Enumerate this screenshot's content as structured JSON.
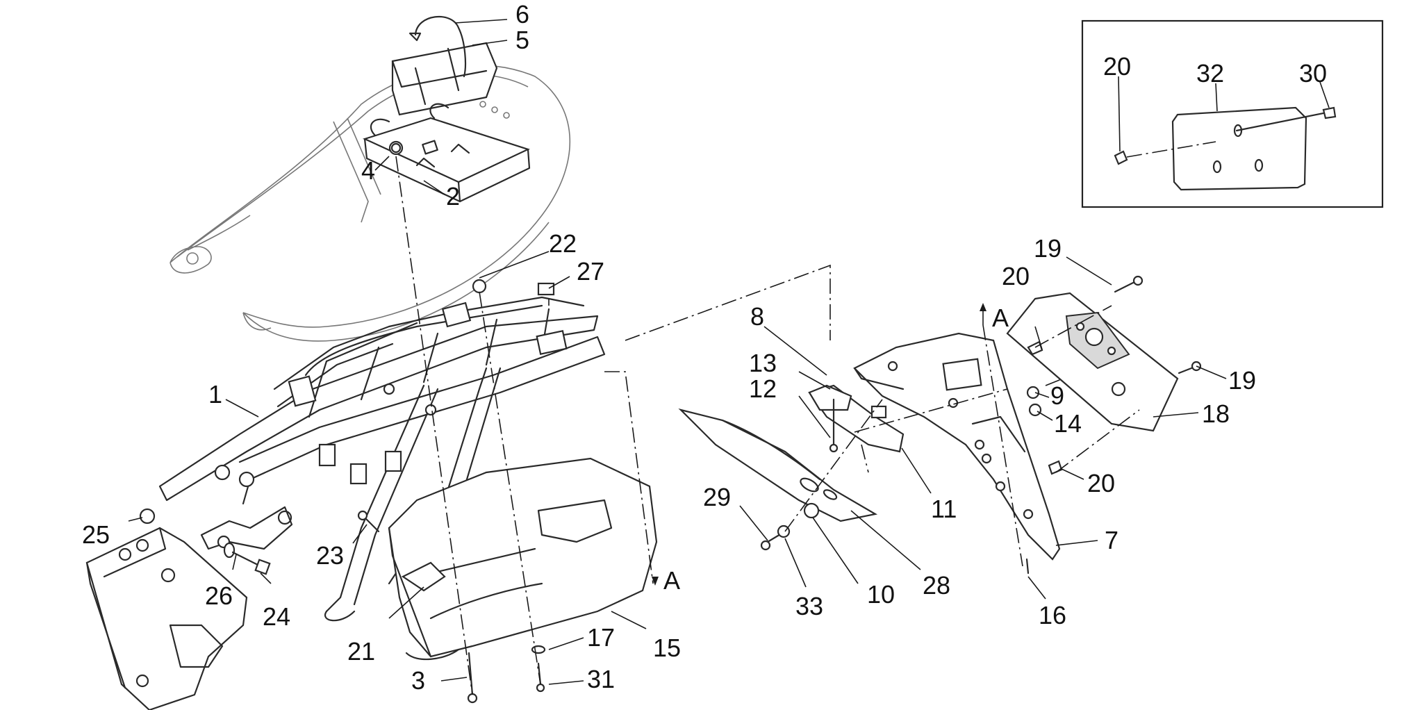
{
  "callouts": [
    {
      "id": "c1",
      "label": "1"
    },
    {
      "id": "c2",
      "label": "2"
    },
    {
      "id": "c3",
      "label": "3"
    },
    {
      "id": "c4",
      "label": "4"
    },
    {
      "id": "c5",
      "label": "5"
    },
    {
      "id": "c6",
      "label": "6"
    },
    {
      "id": "c7",
      "label": "7"
    },
    {
      "id": "c8",
      "label": "8"
    },
    {
      "id": "c9",
      "label": "9"
    },
    {
      "id": "c10",
      "label": "10"
    },
    {
      "id": "c11",
      "label": "11"
    },
    {
      "id": "c12",
      "label": "12"
    },
    {
      "id": "c13",
      "label": "13"
    },
    {
      "id": "c14",
      "label": "14"
    },
    {
      "id": "c15",
      "label": "15"
    },
    {
      "id": "c16",
      "label": "16"
    },
    {
      "id": "c17",
      "label": "17"
    },
    {
      "id": "c18",
      "label": "18"
    },
    {
      "id": "c19a",
      "label": "19"
    },
    {
      "id": "c19b",
      "label": "19"
    },
    {
      "id": "c20a",
      "label": "20"
    },
    {
      "id": "c20b",
      "label": "20"
    },
    {
      "id": "c20c",
      "label": "20"
    },
    {
      "id": "c21",
      "label": "21"
    },
    {
      "id": "c22",
      "label": "22"
    },
    {
      "id": "c23",
      "label": "23"
    },
    {
      "id": "c24",
      "label": "24"
    },
    {
      "id": "c25",
      "label": "25"
    },
    {
      "id": "c26",
      "label": "26"
    },
    {
      "id": "c27",
      "label": "27"
    },
    {
      "id": "c28",
      "label": "28"
    },
    {
      "id": "c29",
      "label": "29"
    },
    {
      "id": "c30",
      "label": "30"
    },
    {
      "id": "c31",
      "label": "31"
    },
    {
      "id": "c32",
      "label": "32"
    },
    {
      "id": "c33",
      "label": "33"
    }
  ],
  "reference_marks": {
    "mark_a_top": "A",
    "mark_a_bottom": "A"
  }
}
